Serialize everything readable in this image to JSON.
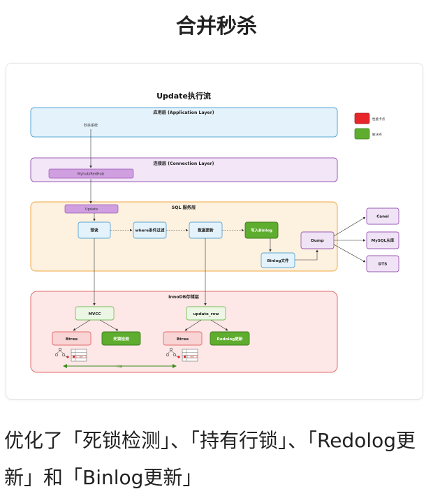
{
  "page": {
    "title": "合并秒杀",
    "caption": "优化了「死锁检测」、「持有行锁」、「Redolog更新」和「Binlog更新」"
  },
  "diagram": {
    "title": "Update执行流",
    "legend": [
      {
        "label": "性能卡点",
        "color": "#e8262a"
      },
      {
        "label": "解决点",
        "color": "#5fad2e"
      }
    ],
    "layers": {
      "application": {
        "label": "应用层 (Application Layer)",
        "node": "秒杀系统"
      },
      "connection": {
        "label": "连接层 (Connection Layer)",
        "node": "Myhub/RedHub"
      },
      "sql": {
        "label": "SQL 服务层",
        "tag": "Update"
      },
      "innodb": {
        "label": "InnoDB存储层"
      }
    },
    "sql_nodes": {
      "n1": "预读",
      "n2": "where条件过滤",
      "n3": "数据更新",
      "n4": "写入Binlog",
      "binlog_file": "Binlog文件",
      "dump": "Dump"
    },
    "targets": [
      "Canel",
      "MySQL从库",
      "DTS"
    ],
    "innodb_nodes": {
      "mvcc": "MVCC",
      "update_row": "update_row",
      "btree_left": "Btree",
      "deadlock": "死锁检测",
      "btree_right": "Btree",
      "redolog": "Redolog更新",
      "lock_label": "行锁"
    },
    "mini_table_label": "row"
  }
}
